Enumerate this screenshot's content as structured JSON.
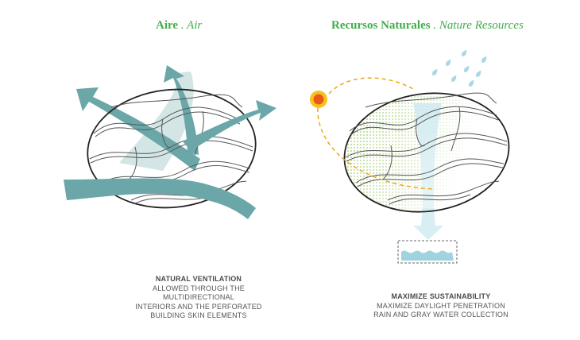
{
  "left_panel": {
    "title_main": "Aire",
    "title_separator": " . ",
    "title_english": "Air",
    "caption_heading": "NATURAL VENTILATION",
    "caption_lines": [
      "ALLOWED THROUGH THE",
      "MULTIDIRECTIONAL",
      "INTERIORS AND THE PERFORATED",
      "BUILDING SKIN ELEMENTS"
    ]
  },
  "right_panel": {
    "title_main": "Recursos Naturales",
    "title_separator": " . ",
    "title_english": "Nature Resources",
    "caption_heading": "MAXIMIZE SUSTAINABILITY",
    "caption_lines": [
      "MAXIMIZE DAYLIGHT PENETRATION",
      "RAIN AND GRAY WATER COLLECTION"
    ]
  },
  "colors": {
    "title_green": "#3fae49",
    "air_teal": "#6ba7a8",
    "air_teal_light": "#cfe2e2",
    "sun_orange": "#e85a1c",
    "sun_yellow": "#f7c21b",
    "daylight_green": "#8bc34a",
    "water_blue": "#9fd3df",
    "outline": "#222222"
  },
  "icons": [
    "sun-icon",
    "raindrop-icon",
    "arrow-icon",
    "water-tank-icon"
  ]
}
